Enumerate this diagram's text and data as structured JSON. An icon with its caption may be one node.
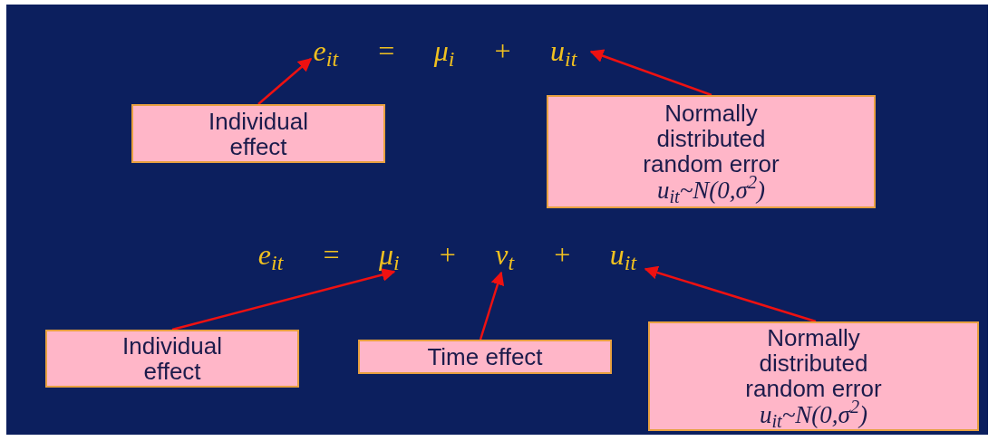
{
  "diagram": {
    "nodes": [
      {
        "text": [
          "e$_{it}$ = μ$_{i}$ + u$_{it}$"
        ]
      },
      {
        "text": [
          "Individual effect"
        ]
      },
      {
        "text": [
          "Normally distributed random error",
          "u$_{it}$~N(0,σ$^{2}$)"
        ]
      },
      {
        "text": [
          "e$_{it}$ = μ$_{i}$ + ν$_{t}$ + u$_{it}$"
        ]
      },
      {
        "text": [
          "Individual effect"
        ]
      },
      {
        "text": [
          "Time effect"
        ]
      },
      {
        "text": [
          "Normally distributed random error",
          "u$_{it}$~N(0,σ$^{2}$)"
        ]
      }
    ],
    "edges": [
      {
        "from": 1,
        "to": 0,
        "arrow": "to"
      },
      {
        "from": 2,
        "to": 0,
        "arrow": "to"
      },
      {
        "from": 4,
        "to": 3,
        "arrow": "to"
      },
      {
        "from": 5,
        "to": 3,
        "arrow": "to"
      },
      {
        "from": 6,
        "to": 3,
        "arrow": "to"
      }
    ]
  }
}
